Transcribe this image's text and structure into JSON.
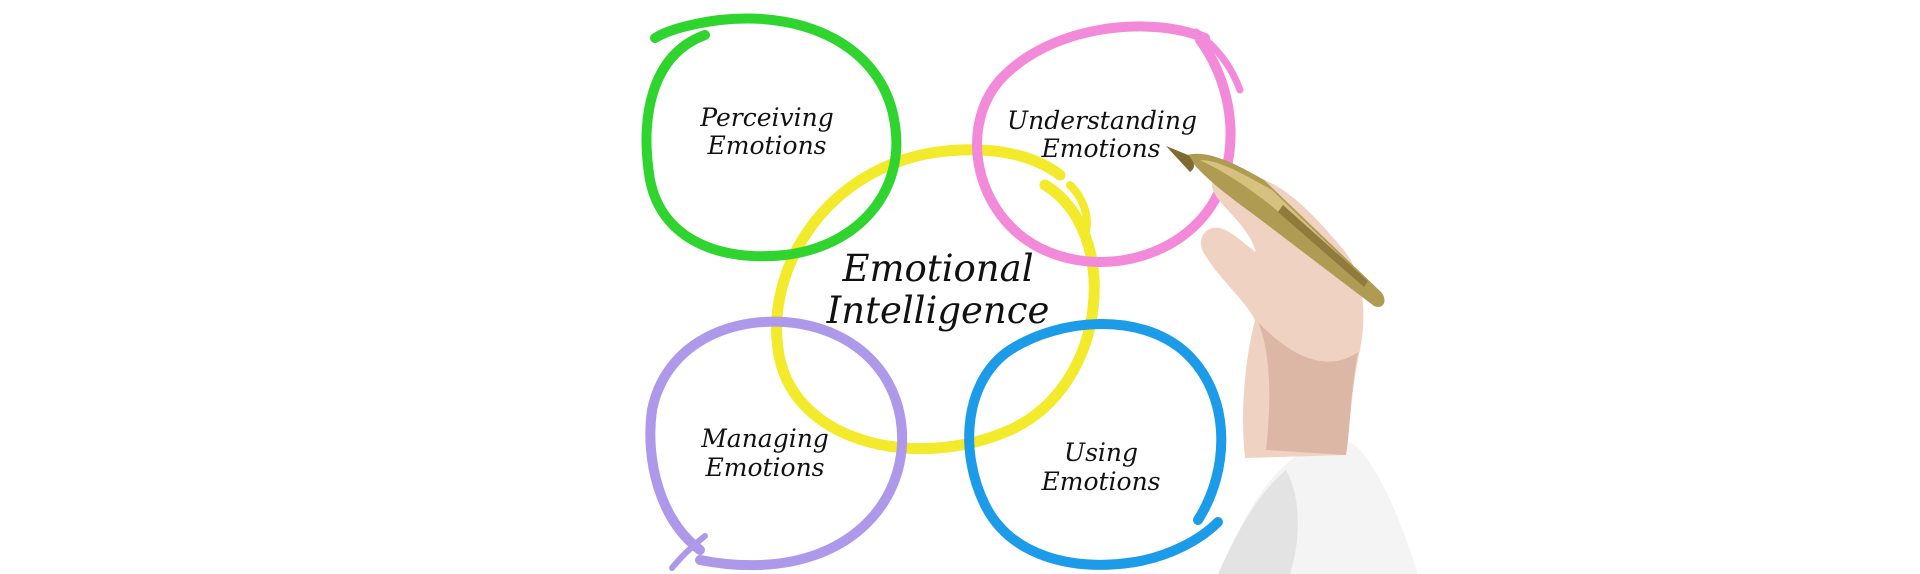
{
  "diagram": {
    "center": {
      "line1": "Emotional",
      "line2": "Intelligence",
      "color": "#f2ea2a"
    },
    "nodes": {
      "perceiving": {
        "line1": "Perceiving",
        "line2": "Emotions",
        "color": "#2fd42f"
      },
      "understanding": {
        "line1": "Understanding",
        "line2": "Emotions",
        "color": "#f38ad9"
      },
      "managing": {
        "line1": "Managing",
        "line2": "Emotions",
        "color": "#ad98ea"
      },
      "using": {
        "line1": "Using",
        "line2": "Emotions",
        "color": "#1b9be8"
      }
    }
  },
  "illustration": {
    "subject": "hand-holding-pen",
    "pen_color": "#b09b52",
    "sleeve_color": "#f4f4f4",
    "skin_color": "#f0d2c2"
  }
}
